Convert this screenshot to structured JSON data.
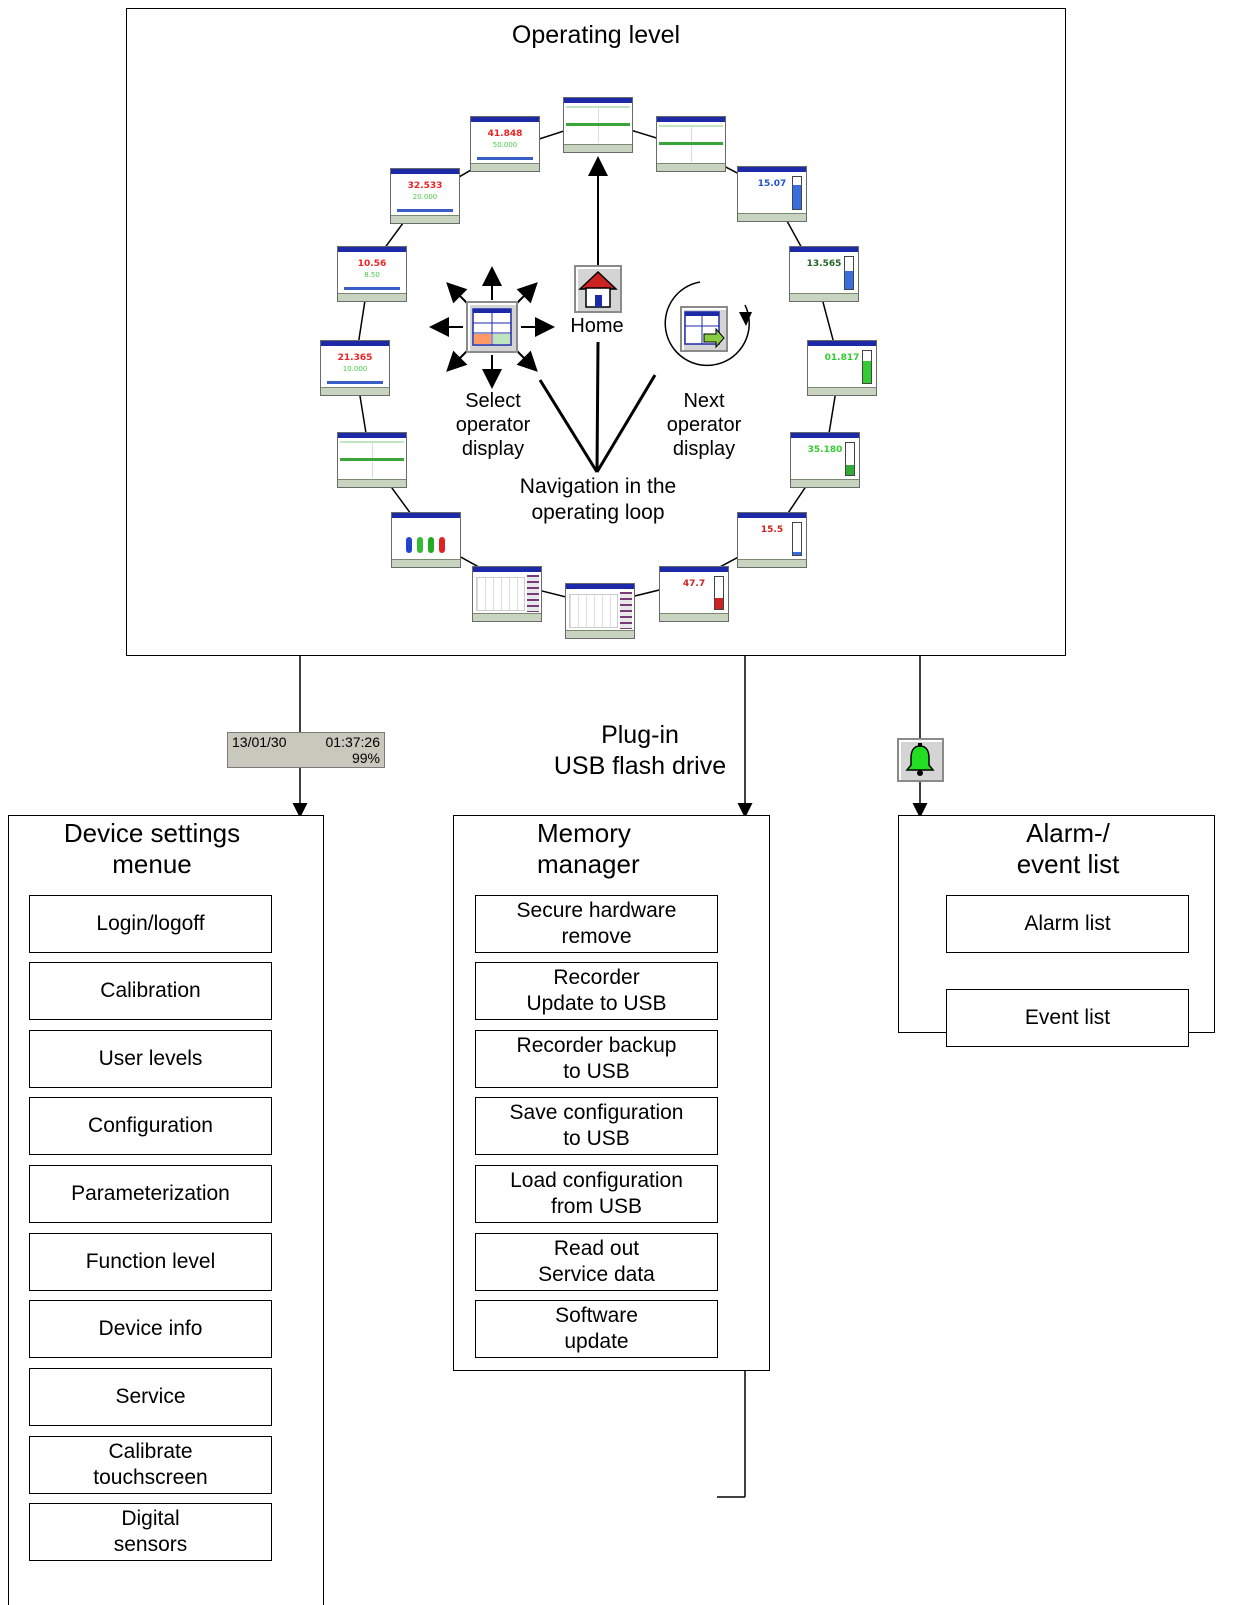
{
  "operating_level": {
    "title": "Operating level",
    "home_label": "Home",
    "select_label": "Select\noperator\ndisplay",
    "next_label": "Next\noperator\ndisplay",
    "navigation_label": "Navigation in the\noperating loop",
    "thumbnails": [
      {
        "kind": "grid4",
        "value": ""
      },
      {
        "kind": "grid4",
        "value": ""
      },
      {
        "kind": "vbar",
        "value": "15.07",
        "color": "#2255cc",
        "fill": "#3a6ee0",
        "level": 0.75
      },
      {
        "kind": "vbar",
        "value": "13.565",
        "color": "#226622",
        "fill": "#3a6ee0",
        "level": 0.55
      },
      {
        "kind": "vbar",
        "value": "01.817",
        "color": "#33cc33",
        "fill": "#33cc33",
        "level": 0.7
      },
      {
        "kind": "vbar",
        "value": "35.180",
        "color": "#33cc33",
        "fill": "#33aa33",
        "level": 0.3
      },
      {
        "kind": "vbar",
        "value": "15.5",
        "color": "#cc2222",
        "fill": "#3a6ee0",
        "level": 0.1
      },
      {
        "kind": "vbar",
        "value": "47.7",
        "color": "#cc2222",
        "fill": "#cc2222",
        "level": 0.35
      },
      {
        "kind": "trend",
        "value": ""
      },
      {
        "kind": "trend",
        "value": ""
      },
      {
        "kind": "bars",
        "value": ""
      },
      {
        "kind": "grid4",
        "value": ""
      },
      {
        "kind": "hbar",
        "value": "21.365",
        "color": "#ee2222",
        "sub": "10.000"
      },
      {
        "kind": "hbar",
        "value": "10.56",
        "color": "#ee2222",
        "sub": "8.50"
      },
      {
        "kind": "hbar",
        "value": "32.533",
        "color": "#ee2222",
        "sub": "20.000"
      },
      {
        "kind": "hbar",
        "value": "41.848",
        "color": "#ee2222",
        "sub": "50.000"
      }
    ]
  },
  "status_bar": {
    "date": "13/01/30",
    "time": "01:37:26",
    "percent": "99%"
  },
  "usb_label": "Plug-in\nUSB flash drive",
  "device_settings": {
    "title": "Device settings\nmenue",
    "items": [
      "Login/logoff",
      "Calibration",
      "User levels",
      "Configuration",
      "Parameterization",
      "Function level",
      "Device info",
      "Service",
      "Calibrate\ntouchscreen",
      "Digital\nsensors"
    ]
  },
  "memory_manager": {
    "title": "Memory\nmanager",
    "items": [
      "Secure hardware\nremove",
      "Recorder\nUpdate to USB",
      "Recorder backup\nto USB",
      "Save configuration\nto USB",
      "Load configuration\nfrom USB",
      "Read out\nService data",
      "Software\nupdate"
    ]
  },
  "alarm_event": {
    "title": "Alarm-/\nevent list",
    "items": [
      "Alarm list",
      "Event list"
    ]
  },
  "colors": {
    "bell_green": "#22dd22",
    "home_red": "#cc2222",
    "toolbar_blue": "#1c2aa8"
  },
  "icons": [
    "home-icon",
    "select-display-icon",
    "next-display-icon",
    "bell-icon"
  ]
}
